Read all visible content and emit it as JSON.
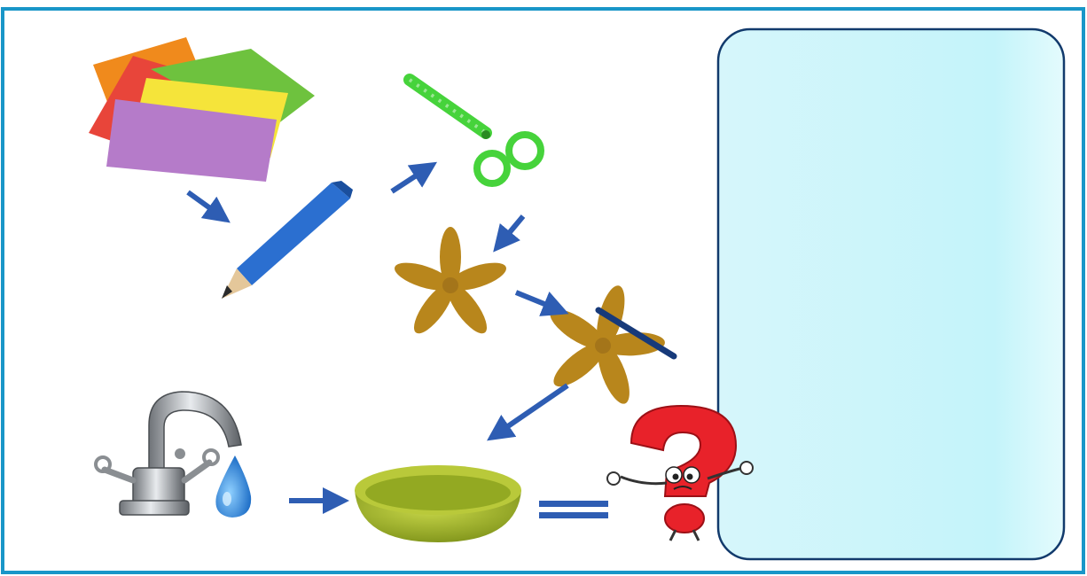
{
  "diagram": {
    "steps": [
      {
        "id": "paper",
        "icon": "colored-paper-sheets-icon"
      },
      {
        "id": "pencil",
        "icon": "blue-pencil-icon"
      },
      {
        "id": "scissors",
        "icon": "green-scissors-icon"
      },
      {
        "id": "flower",
        "icon": "paper-flower-icon"
      },
      {
        "id": "flower-glue",
        "icon": "flower-with-stick-icon"
      },
      {
        "id": "tap",
        "icon": "water-tap-icon"
      },
      {
        "id": "drop",
        "icon": "water-drop-icon"
      },
      {
        "id": "bowl",
        "icon": "green-bowl-icon"
      },
      {
        "id": "question",
        "icon": "red-question-mark-character-icon"
      }
    ],
    "relations": [
      {
        "from": "paper",
        "to": "pencil",
        "type": "arrow"
      },
      {
        "from": "pencil",
        "to": "scissors",
        "type": "arrow"
      },
      {
        "from": "scissors",
        "to": "flower",
        "type": "arrow"
      },
      {
        "from": "flower",
        "to": "flower-glue",
        "type": "arrow"
      },
      {
        "from": "flower-glue",
        "to": "bowl",
        "type": "arrow"
      },
      {
        "from": "drop",
        "to": "bowl",
        "type": "arrow"
      },
      {
        "from": "bowl",
        "to": "question",
        "type": "equals"
      }
    ],
    "answer_box": {
      "content": ""
    }
  },
  "colors": {
    "frame": "#1996c8",
    "arrow": "#2e5db3",
    "box_border": "#123a6c",
    "box_fill": "#cdf6fa",
    "paper_colors": [
      "#f08a1c",
      "#e8453a",
      "#6ec23e",
      "#f5e43a",
      "#b57bc9"
    ],
    "pencil": "#2b6fd0",
    "scissors": "#46d33b",
    "flower": "#b8861c",
    "bowl": "#a6bb2a",
    "water": "#2a8de0",
    "question": "#e8222a"
  }
}
